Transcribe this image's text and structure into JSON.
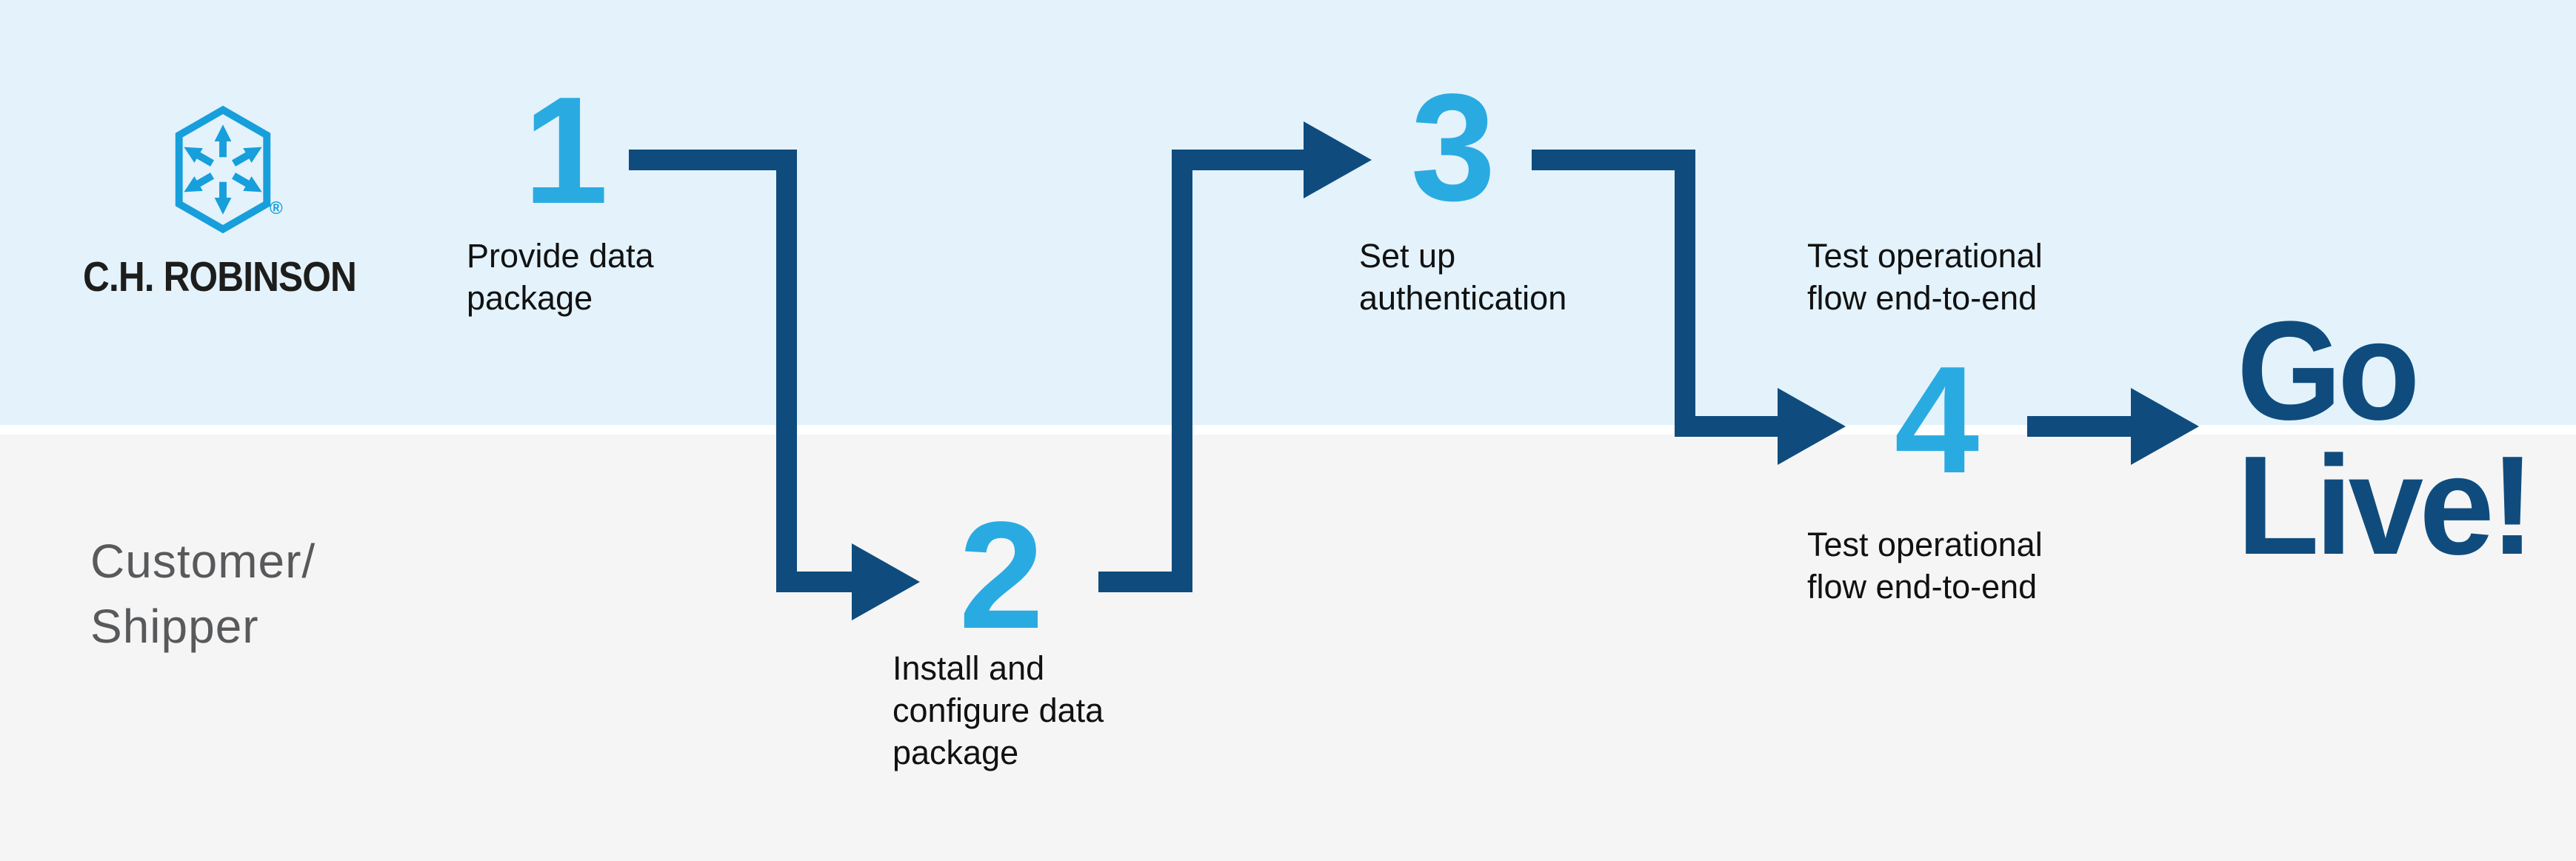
{
  "brand": {
    "wordmark": "C.H. ROBINSON",
    "registered_mark": "®",
    "logo_icon": "hexagon-with-radiating-arrows"
  },
  "lanes": {
    "customer_shipper_lines": [
      "Customer/",
      "Shipper"
    ]
  },
  "steps": [
    {
      "number": "1",
      "label_lines": [
        "Provide data",
        "package"
      ]
    },
    {
      "number": "2",
      "label_lines": [
        "Install and",
        "configure data",
        "package"
      ]
    },
    {
      "number": "3",
      "label_lines": [
        "Set up",
        "authentication"
      ]
    },
    {
      "number": "4",
      "label_above_lines": [
        "Test operational",
        "flow end-to-end"
      ],
      "label_below_lines": [
        "Test operational",
        "flow end-to-end"
      ]
    }
  ],
  "finish": {
    "lines": [
      "Go",
      "Live!"
    ]
  },
  "colors": {
    "arrow_navy": "#0f4c7d",
    "step_number_cyan": "#29abe2",
    "logo_blue": "#169fdb",
    "lane_top_blue": "#e3f2fb",
    "lane_bottom_gray": "#f5f5f6",
    "divider_white": "#ffffff",
    "label_black": "#111111",
    "customer_gray": "#58595b"
  }
}
